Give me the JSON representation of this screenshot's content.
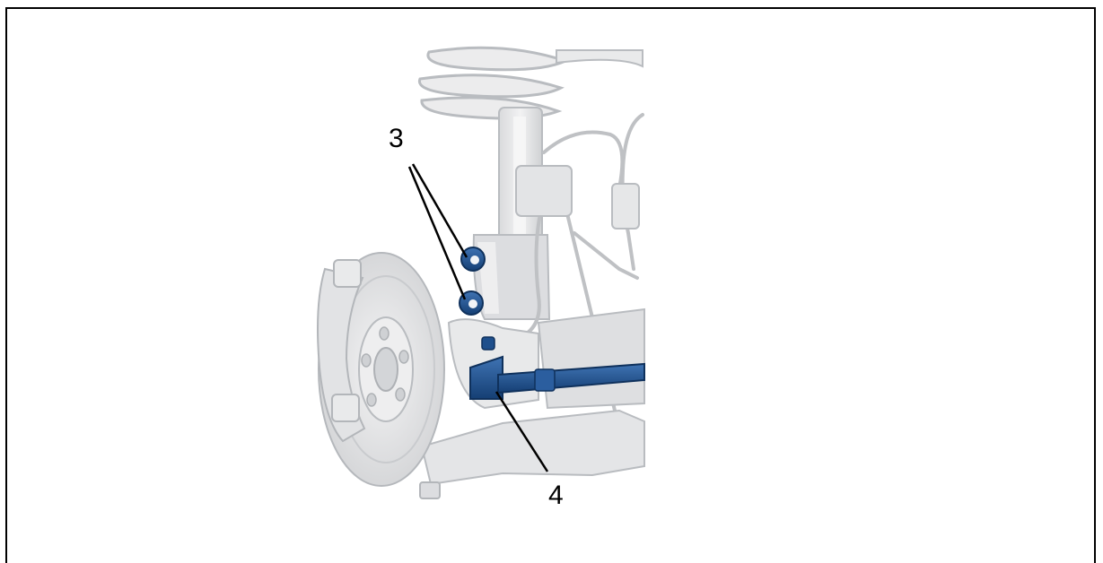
{
  "callouts": {
    "three": "3",
    "four": "4"
  },
  "colors": {
    "part_gray_fill": "#e6e7e8",
    "part_gray_stroke": "#b9bcc0",
    "highlight_blue": "#1e4f8c",
    "highlight_blue_dark": "#123a6b",
    "leader_line": "#000000",
    "frame_border": "#000000"
  },
  "icons": {
    "main_figure": "front-suspension-knuckle-illustration"
  }
}
